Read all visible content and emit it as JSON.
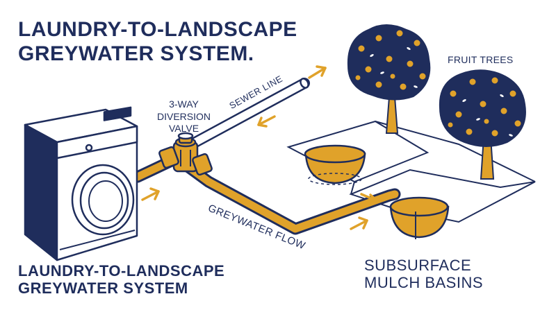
{
  "title_top": {
    "line1": "LAUNDRY-TO-LANDSCAPE",
    "line2": "GREYWATER SYSTEM."
  },
  "title_bottom": {
    "line1": "LAUNDRY-TO-LANDSCAPE",
    "line2": "GREYWATER SYSTEM"
  },
  "labels": {
    "valve_line1": "3-WAY",
    "valve_line2": "DIVERSION",
    "valve_line3": "VALVE",
    "sewer": "SEWER LINE",
    "greywater": "GREYWATER FLOW",
    "trees": "FRUIT TREES",
    "mulch_line1": "SUBSURFACE",
    "mulch_line2": "MULCH BASINS"
  },
  "colors": {
    "navy": "#1f2d5c",
    "orange": "#e0a22a",
    "white": "#ffffff"
  },
  "icons": [
    "washing-machine-icon",
    "diversion-valve-icon",
    "fruit-tree-icon",
    "mulch-basin-icon",
    "flow-arrow-icon"
  ]
}
